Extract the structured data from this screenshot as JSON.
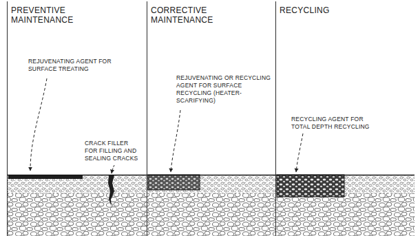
{
  "diagram": {
    "nodes": [
      {
        "text": [
          "PREVENTIVE MAINTENANCE"
        ]
      },
      {
        "text": [
          "CORRECTIVE MAINTENANCE"
        ]
      },
      {
        "text": [
          "RECYCLING"
        ]
      }
    ],
    "labels": [
      "REJUVENATING AGENT FOR SURFACE TREATING",
      "CRACK FILLER FOR FILLING AND SEALING CRACKS",
      "REJUVENATING OR RECYCLING AGENT FOR SURFACE RECYCLING (HEATER-SCARIFYING)",
      "RECYCLING AGENT FOR TOTAL DEPTH RECYCLING"
    ]
  }
}
